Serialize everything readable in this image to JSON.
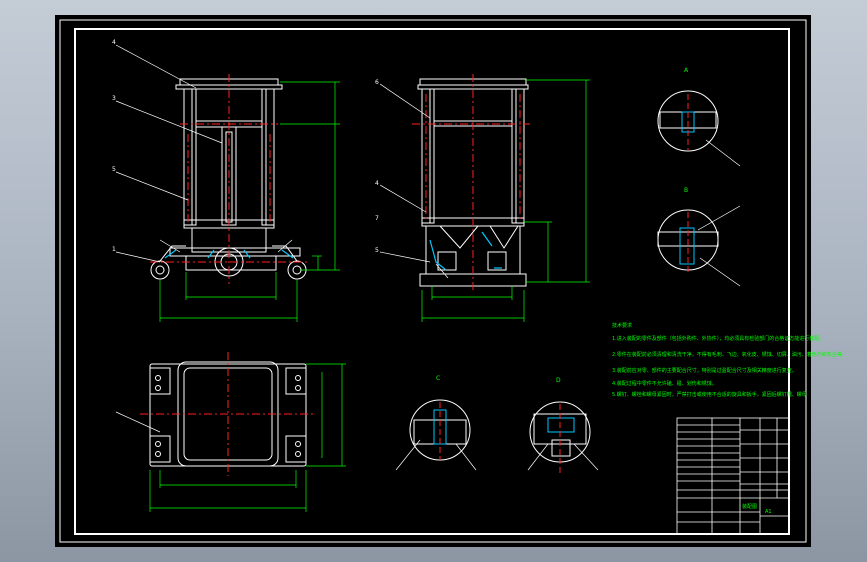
{
  "drawing": {
    "top_view_labels": [
      "4",
      "3",
      "5",
      "1"
    ],
    "side_view_labels": [
      "6",
      "4",
      "5",
      "7"
    ],
    "detail_A": "A",
    "detail_B": "B",
    "detail_C": "C",
    "detail_D": "D",
    "notes_title": "技术要求",
    "notes": [
      "1.进入装配的零件及部件（包括外购件、外协件），均必须具有检验部门的合格证方能进行装配。",
      "2.零件在装配前必须清理和清洗干净，不得有毛刺、飞边、氧化皮、锈蚀、切屑、油污、着色剂和灰尘等。",
      "3.装配前应对零、部件的主要配合尺寸，特别是过盈配合尺寸及相关精度进行复查。",
      "4.装配过程中零件不允许磕、碰、划伤和锈蚀。",
      "5.螺钉、螺栓和螺母紧固时，严禁打击或使用不合适的旋具和扳手。紧固后螺钉槽、螺母"
    ],
    "title_block_name": "装配图",
    "title_block_drawing_no": "A1"
  },
  "colors": {
    "background": "#000000",
    "frame": "#ffffff",
    "outline": "#ffffff",
    "centerline": "#ff2020",
    "dimension": "#00ff00",
    "leader": "#ffffff",
    "accent": "#00c8ff",
    "text": "#00ff00"
  }
}
